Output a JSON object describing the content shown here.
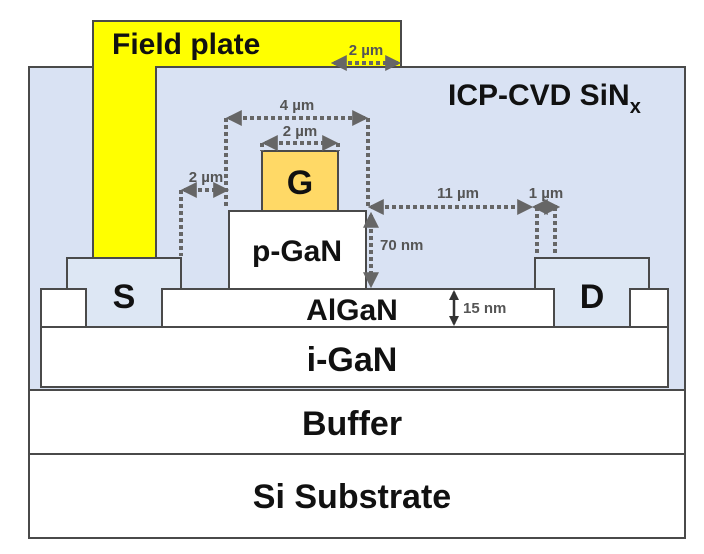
{
  "colors": {
    "sin_fill": "#d9e2f3",
    "field_plate": "#ffff00",
    "gate": "#ffd966",
    "contact": "#dde7f4",
    "layer": "#ffffff",
    "outline": "#4a4a4a",
    "dimension": "#666666"
  },
  "layers": {
    "field_plate": "Field plate",
    "passivation_main": "ICP-CVD SiN",
    "passivation_sub": "x",
    "gate": "G",
    "p_gan": "p-GaN",
    "algan": "AlGaN",
    "source": "S",
    "drain": "D",
    "i_gan": "i-GaN",
    "buffer": "Buffer",
    "substrate": "Si Substrate"
  },
  "dimensions": {
    "field_plate_extension": "2 µm",
    "p_gan_width": "4 µm",
    "gate_width": "2 µm",
    "source_gap": "2 µm",
    "gate_drain_spacing": "11 µm",
    "drain_gap": "1 µm",
    "p_gan_thickness": "70 nm",
    "algan_thickness": "15 nm"
  }
}
